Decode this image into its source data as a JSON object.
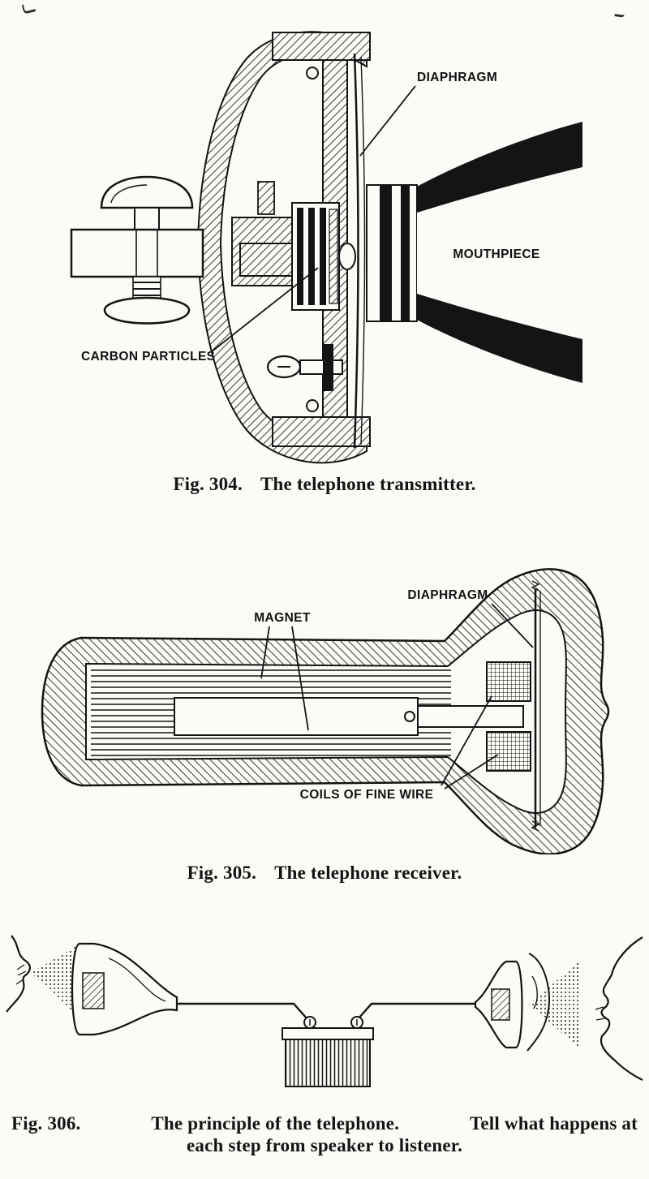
{
  "page": {
    "paper_color": "#fcfbf7",
    "ink_color": "#141414"
  },
  "fig304": {
    "labels": {
      "diaphragm": "DIAPHRAGM",
      "mouthpiece": "MOUTHPIECE",
      "carbon_particles": "CARBON PARTICLES"
    },
    "caption": {
      "number": "Fig. 304.",
      "text": "The telephone transmitter."
    }
  },
  "fig305": {
    "labels": {
      "magnet": "MAGNET",
      "diaphragm": "DIAPHRAGM",
      "coils": "COILS OF FINE WIRE"
    },
    "caption": {
      "number": "Fig. 305.",
      "text": "The telephone receiver."
    }
  },
  "fig306": {
    "caption": {
      "number": "Fig. 306.",
      "text": "The principle of the telephone.",
      "text2": "Tell what happens at",
      "line2": "each step from speaker to listener."
    }
  }
}
